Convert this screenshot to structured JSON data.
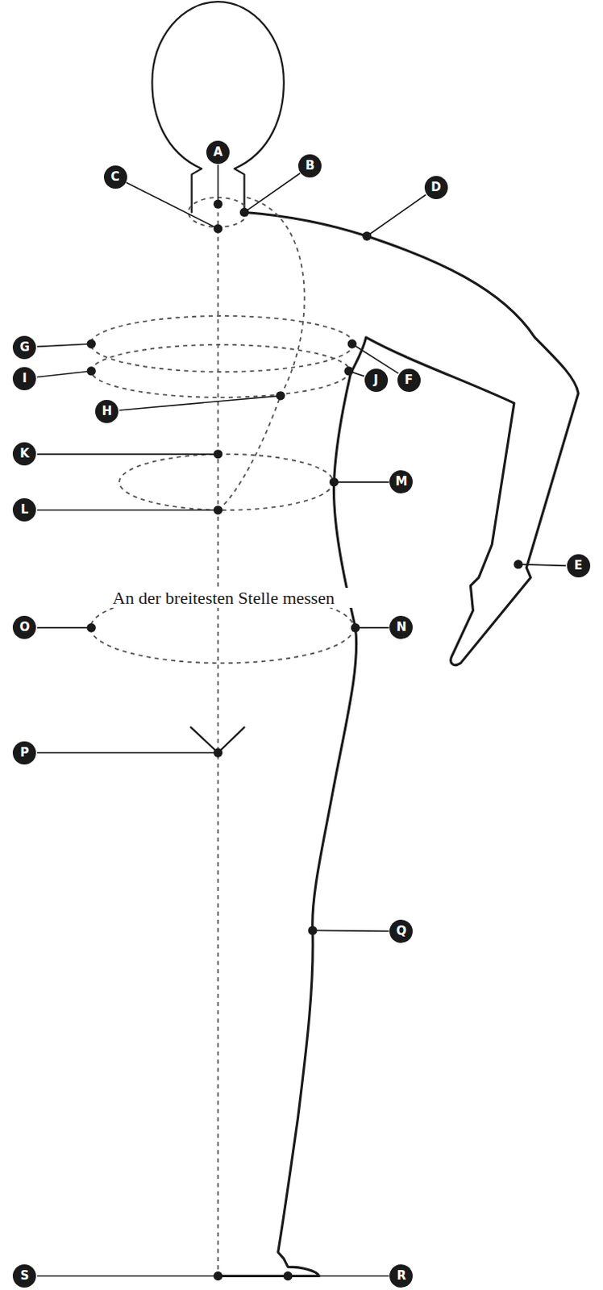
{
  "diagram": {
    "labels": [
      "A",
      "B",
      "C",
      "D",
      "G",
      "F",
      "I",
      "J",
      "H",
      "K",
      "M",
      "L",
      "E",
      "An der breitesten Stelle messen",
      "O",
      "N",
      "P",
      "Q",
      "S",
      "R"
    ]
  }
}
